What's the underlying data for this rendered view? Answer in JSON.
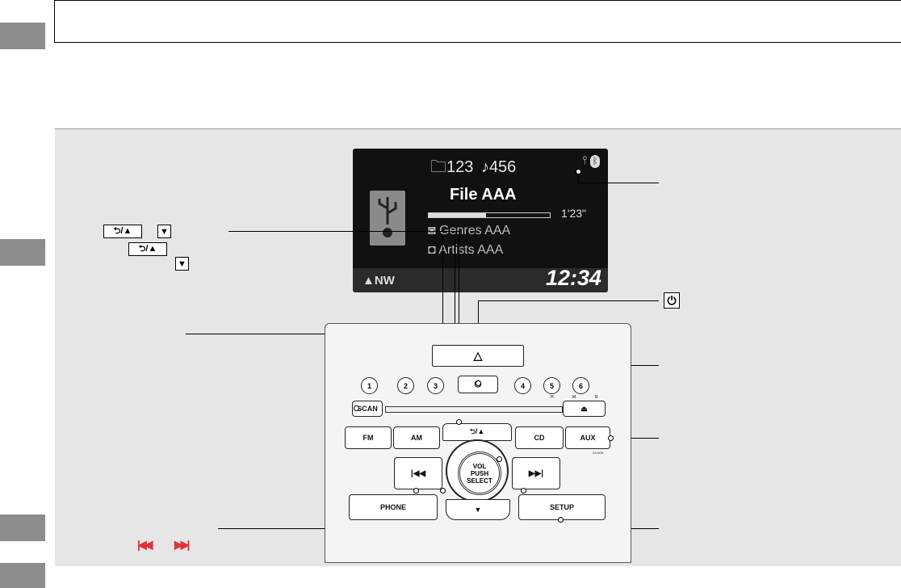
{
  "unit": {
    "presets": [
      "1",
      "2",
      "3",
      "4",
      "5",
      "6"
    ],
    "preset_sublabels": [
      "H",
      "M",
      "R"
    ],
    "scan": "SCAN",
    "fm": "FM",
    "am": "AM",
    "back_up": "⮌/▲",
    "cd": "CD",
    "aux": "AUX",
    "aux_sub": "CLOCK",
    "knob_line1": "VOL",
    "knob_line2": "PUSH",
    "knob_line3": "SELECT",
    "phone": "PHONE",
    "setup": "SETUP",
    "down": "▼",
    "power": "⏻"
  },
  "screen": {
    "folder_count": "123",
    "track_count": "456",
    "file_name": "File AAA",
    "elapsed": "1'23\"",
    "progress": 0.47,
    "genre": "Genres AAA",
    "artist": "Artists AAA",
    "heading": "NW",
    "clock": "12:34"
  },
  "callouts": {
    "back_key": "⮌/▲",
    "down_key": "▼",
    "power_key": "⏻"
  },
  "colors": {
    "tab": "#8c8c8c",
    "panel": "#e6e6e6",
    "skip_arrow": "#e0323a"
  }
}
